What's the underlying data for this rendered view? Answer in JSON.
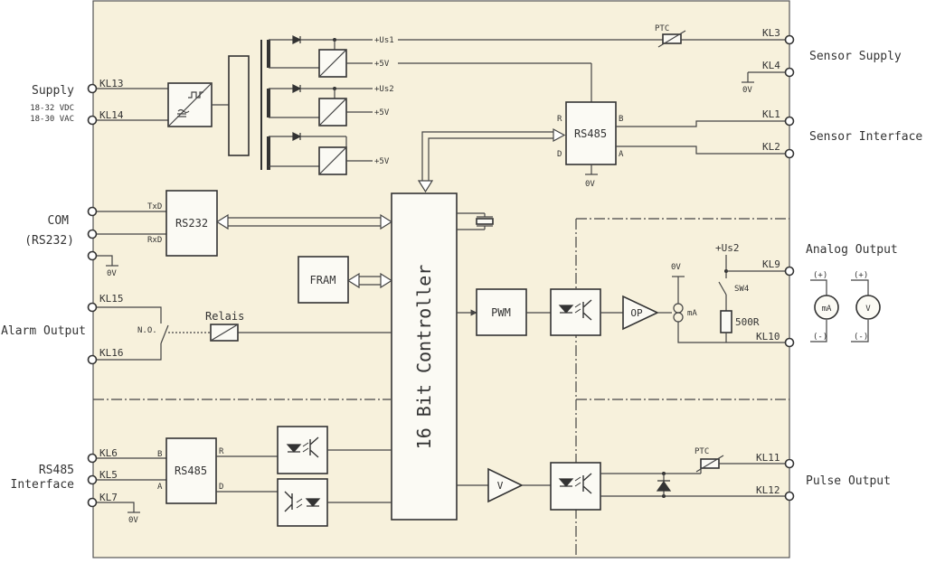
{
  "colors": {
    "panel": "#f7f1dc",
    "line": "#444444",
    "box_fill": "#fbfaf4"
  },
  "left_labels": {
    "supply": "Supply",
    "supply_dc": "18-32 VDC",
    "supply_ac": "18-30 VAC",
    "com": "COM",
    "com_sub": "(RS232)",
    "alarm": "Alarm Output",
    "rs485_1": "RS485",
    "rs485_2": "Interface"
  },
  "right_labels": {
    "sensor_supply": "Sensor Supply",
    "sensor_interface": "Sensor Interface",
    "analog_output": "Analog Output",
    "pulse_output": "Pulse Output"
  },
  "terminals": {
    "kl13": "KL13",
    "kl14": "KL14",
    "kl15": "KL15",
    "kl16": "KL16",
    "kl6": "KL6",
    "kl5": "KL5",
    "kl7": "KL7",
    "kl3": "KL3",
    "kl4": "KL4",
    "kl1": "KL1",
    "kl2": "KL2",
    "kl9": "KL9",
    "kl10": "KL10",
    "kl11": "KL11",
    "kl12": "KL12"
  },
  "blocks": {
    "rs485_top": "RS485",
    "rs232": "RS232",
    "fram": "FRAM",
    "controller": "16 Bit Controller",
    "pwm": "PWM",
    "op": "OP",
    "rs485_bottom": "RS485",
    "v_amp": "V",
    "relais": "Relais"
  },
  "signals": {
    "us1": "+Us1",
    "us2": "+Us2",
    "v5a": "+5V",
    "v5b": "+5V",
    "v5c": "+5V",
    "txd": "TxD",
    "rxd": "RxD",
    "r_top": "R",
    "d_top": "D",
    "b_top": "B",
    "a_top": "A",
    "b_bot": "B",
    "a_bot": "A",
    "r_bot": "R",
    "d_bot": "D",
    "ov_top": "0V",
    "ov_kl4": "0V",
    "ov_com": "0V",
    "ov_analog": "0V",
    "ov_kl7": "0V",
    "no": "N.O.",
    "ptc_top": "PTC",
    "ptc_bot": "PTC",
    "us2_sw": "+Us2",
    "sw4": "SW4",
    "r500": "500R",
    "ma": "mA",
    "meter_plus_1": "(+)",
    "meter_minus_1": "(-)",
    "meter_plus_2": "(+)",
    "meter_minus_2": "(-)",
    "meter_ma": "mA",
    "meter_v": "V"
  }
}
